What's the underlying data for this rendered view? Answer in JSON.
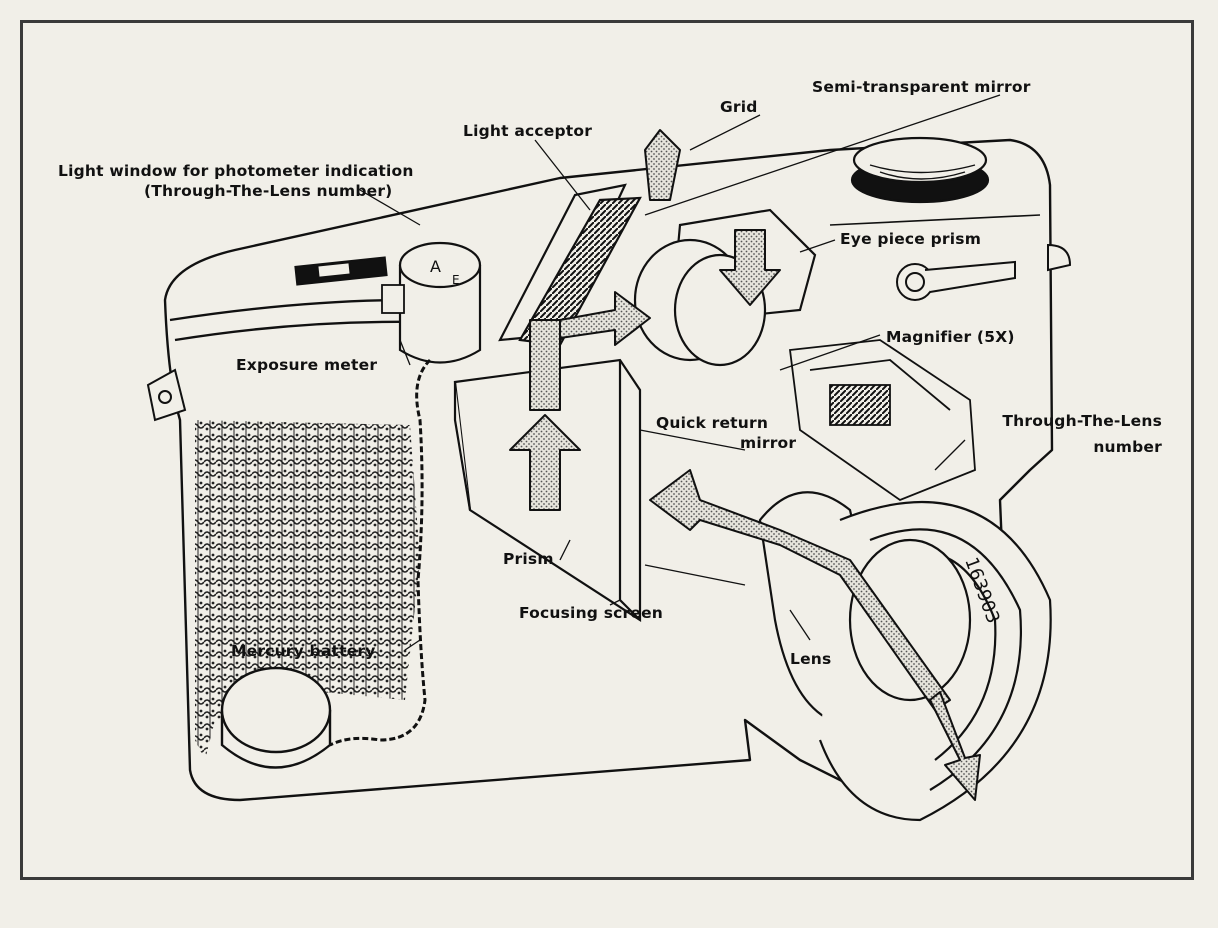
{
  "diagram": {
    "labels": {
      "semi_transparent_mirror": "Semi-transparent mirror",
      "grid": "Grid",
      "light_acceptor": "Light acceptor",
      "light_window_line1": "Light window for photometer indication",
      "light_window_line2": "(Through-The-Lens number)",
      "eye_piece_prism": "Eye piece prism",
      "magnifier": "Magnifier (5X)",
      "exposure_meter": "Exposure meter",
      "through_the_lens_line1": "Through-The-Lens",
      "through_the_lens_line2": "number",
      "quick_return_line1": "Quick return",
      "quick_return_line2": "mirror",
      "prism": "Prism",
      "focusing_screen": "Focusing screen",
      "lens": "Lens",
      "mercury_battery": "Mercury battery"
    }
  },
  "colors": {
    "ink": "#111111",
    "paper": "#f1efe8",
    "stipple": "#9a9a9a"
  }
}
